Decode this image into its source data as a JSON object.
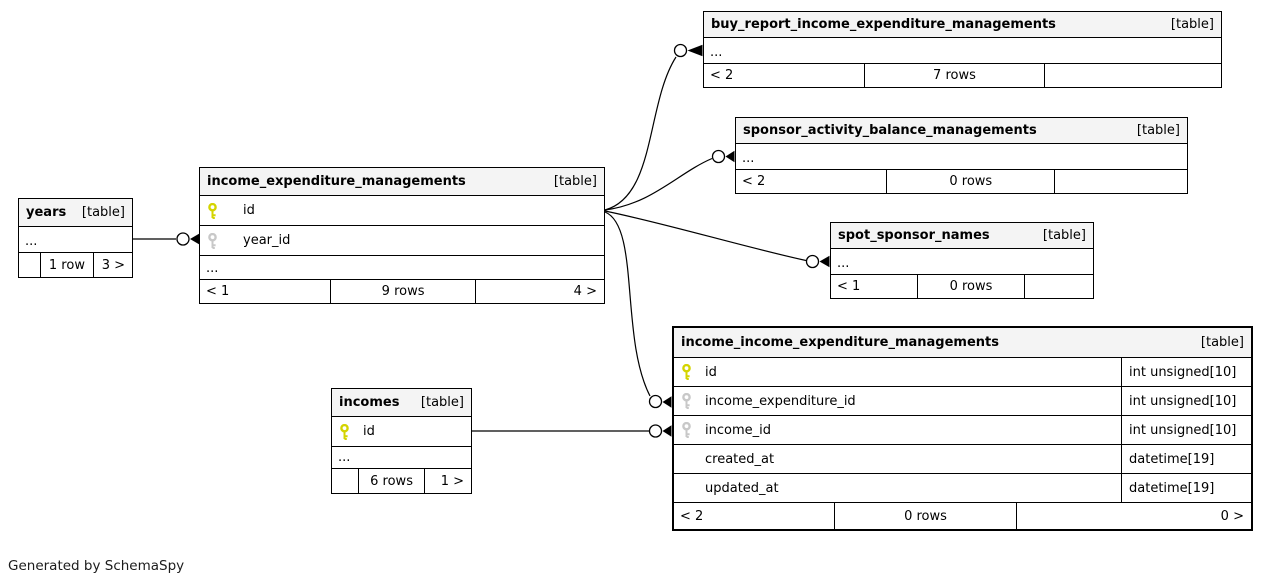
{
  "page": {
    "credit": "Generated by SchemaSpy"
  },
  "colors": {
    "primary_key_icon": "#d4d400",
    "foreign_key_icon": "#c8c8c8",
    "table_header_bg": "#f4f4f4",
    "border": "#000000"
  },
  "icons": {
    "primary_key": "primary-key-icon",
    "foreign_key": "foreign-key-icon",
    "zero_one_connector": "circle-arrow-connector"
  },
  "tables": {
    "years": {
      "name": "years",
      "tag": "[table]",
      "dots": "...",
      "footer": {
        "l": "",
        "c": "1 row",
        "r": "3 >"
      }
    },
    "iem": {
      "name": "income_expenditure_managements",
      "tag": "[table]",
      "dots": "...",
      "fields": [
        {
          "name": "id",
          "key": "pk"
        },
        {
          "name": "year_id",
          "key": "fk"
        }
      ],
      "footer": {
        "l": "< 1",
        "c": "9 rows",
        "r": "4 >"
      }
    },
    "buy": {
      "name": "buy_report_income_expenditure_managements",
      "tag": "[table]",
      "dots": "...",
      "footer": {
        "l": "< 2",
        "c": "7 rows",
        "r": ""
      }
    },
    "sponsor": {
      "name": "sponsor_activity_balance_managements",
      "tag": "[table]",
      "dots": "...",
      "footer": {
        "l": "< 2",
        "c": "0 rows",
        "r": ""
      }
    },
    "spot": {
      "name": "spot_sponsor_names",
      "tag": "[table]",
      "dots": "...",
      "footer": {
        "l": "< 1",
        "c": "0 rows",
        "r": ""
      }
    },
    "incomes": {
      "name": "incomes",
      "tag": "[table]",
      "dots": "...",
      "fields": [
        {
          "name": "id",
          "key": "pk"
        }
      ],
      "footer": {
        "l": "",
        "c": "6 rows",
        "r": "1 >"
      }
    },
    "iiem": {
      "name": "income_income_expenditure_managements",
      "tag": "[table]",
      "fields": [
        {
          "name": "id",
          "key": "pk",
          "type": "int unsigned[10]"
        },
        {
          "name": "income_expenditure_id",
          "key": "fk",
          "type": "int unsigned[10]"
        },
        {
          "name": "income_id",
          "key": "fk",
          "type": "int unsigned[10]"
        },
        {
          "name": "created_at",
          "key": "",
          "type": "datetime[19]"
        },
        {
          "name": "updated_at",
          "key": "",
          "type": "datetime[19]"
        }
      ],
      "footer": {
        "l": "< 2",
        "c": "0 rows",
        "r": "0 >"
      }
    }
  },
  "relationships": [
    {
      "from": "years",
      "to": "income_expenditure_managements.year_id"
    },
    {
      "from": "income_expenditure_managements.id",
      "to": "buy_report_income_expenditure_managements"
    },
    {
      "from": "income_expenditure_managements.id",
      "to": "sponsor_activity_balance_managements"
    },
    {
      "from": "income_expenditure_managements.id",
      "to": "spot_sponsor_names"
    },
    {
      "from": "income_expenditure_managements.id",
      "to": "income_income_expenditure_managements.income_expenditure_id"
    },
    {
      "from": "incomes.id",
      "to": "income_income_expenditure_managements.income_id"
    }
  ]
}
